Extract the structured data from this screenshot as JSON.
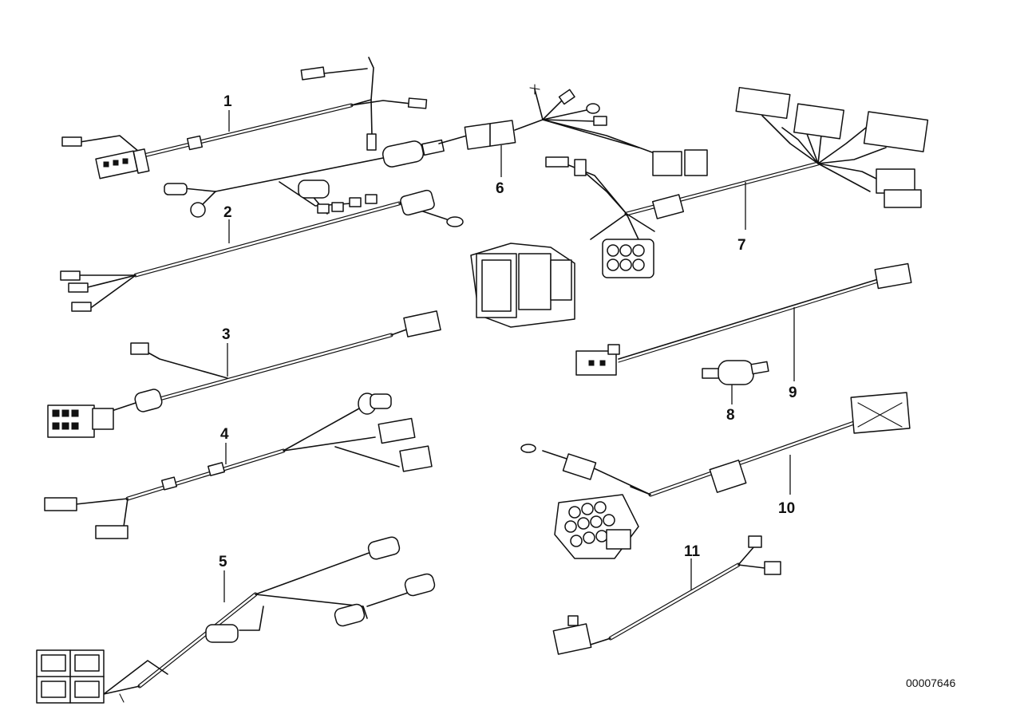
{
  "callouts": [
    {
      "id": "1",
      "label": "1"
    },
    {
      "id": "2",
      "label": "2"
    },
    {
      "id": "3",
      "label": "3"
    },
    {
      "id": "4",
      "label": "4"
    },
    {
      "id": "5",
      "label": "5"
    },
    {
      "id": "6",
      "label": "6"
    },
    {
      "id": "7",
      "label": "7"
    },
    {
      "id": "8",
      "label": "8"
    },
    {
      "id": "9",
      "label": "9"
    },
    {
      "id": "10",
      "label": "10"
    },
    {
      "id": "11",
      "label": "11"
    }
  ],
  "reference_number": "00007646"
}
